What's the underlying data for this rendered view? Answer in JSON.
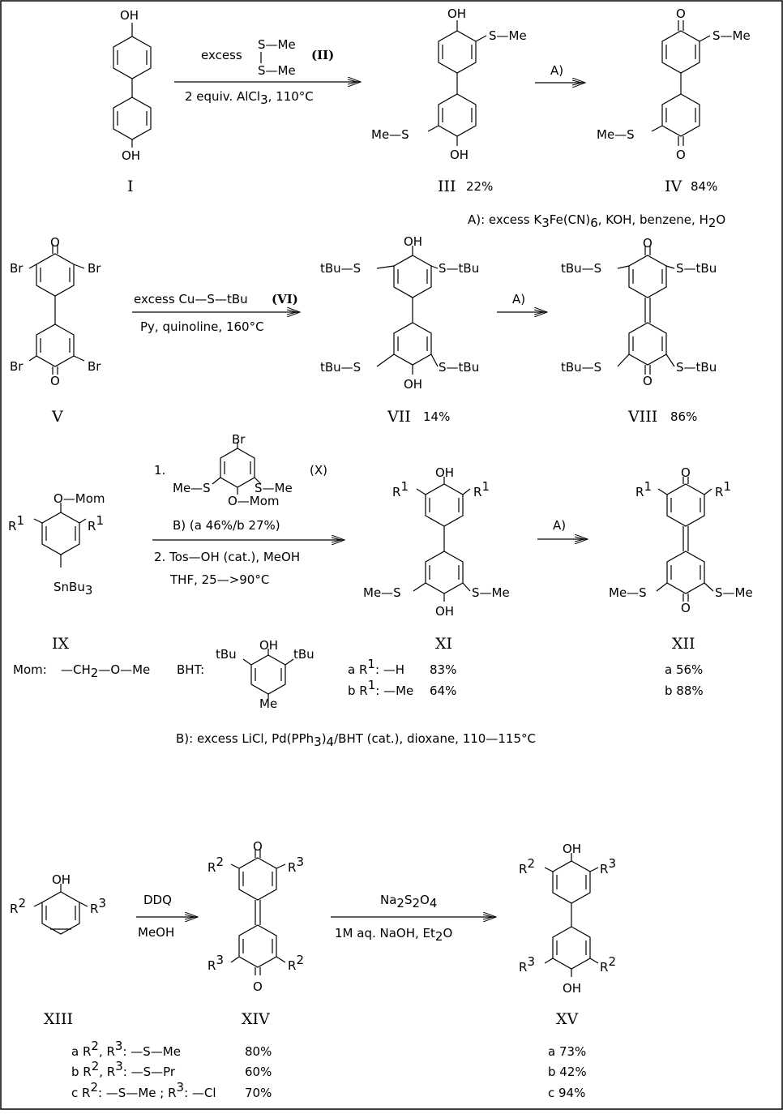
{
  "row1": {
    "I": {
      "top": "OH",
      "bottom": "OH",
      "label": "I"
    },
    "II": {
      "pre": "excess",
      "s1": "S—Me",
      "s2": "S—Me",
      "label": "(II)",
      "cond_a": "2 equiv. AlCl",
      "cond_sub": "3",
      "cond_b": ",   110°C"
    },
    "III": {
      "top": "OH",
      "bottom": "OH",
      "sub_right": "S—Me",
      "sub_left": "Me—S",
      "label": "III",
      "yield": "22%"
    },
    "A1": {
      "label": "A)"
    },
    "IV": {
      "top": "O",
      "bottom": "O",
      "sub_right": "S—Me",
      "sub_left": "Me—S",
      "label": "IV",
      "yield": "84%"
    },
    "footnote": {
      "a": "A): excess K",
      "s1": "3",
      "b": "Fe(CN)",
      "s2": "6",
      "c": ", KOH,  benzene,  H",
      "s3": "2",
      "d": "O"
    }
  },
  "row2": {
    "V": {
      "o_top": "O",
      "o_bot": "O",
      "br": "Br",
      "label": "V"
    },
    "VI": {
      "reagent": "excess Cu—S—tBu",
      "label": "(VI)",
      "cond_a": "Py, quinoline,  160°C"
    },
    "VII": {
      "oh_top": "OH",
      "oh_bot": "OH",
      "s_left": "tBu—S",
      "s_right": "S—tBu",
      "label": "VII",
      "yield": "14%"
    },
    "A2": {
      "label": "A)"
    },
    "VIII": {
      "o_top": "O",
      "o_bot": "O",
      "s_left": "tBu—S",
      "s_right": "S—tBu",
      "label": "VIII",
      "yield": "86%"
    }
  },
  "row3": {
    "IX": {
      "omom": "O—Mom",
      "r1": "R",
      "sup1": "1",
      "sn": "SnBu",
      "sn_sub": "3",
      "label": "IX"
    },
    "X": {
      "step1": "1.",
      "br": "Br",
      "s_left": "Me—S",
      "s_right": "S—Me",
      "omom": "O—Mom",
      "label": "(X)",
      "b_cond": "B)  (a 46%/b 27%)",
      "step2": "2. Tos—OH  (cat.),   MeOH",
      "step2b": "THF,  25—>90°C"
    },
    "XI": {
      "oh_top": "OH",
      "oh_bot": "OH",
      "r": "R",
      "sup": "1",
      "s_left": "Me—S",
      "s_right": "S—Me",
      "label": "XI",
      "a": "a R",
      "a2": ": —H",
      "a_y": "83%",
      "b": "b R",
      "b2": ": —Me",
      "b_y": "64%"
    },
    "A3": {
      "label": "A)"
    },
    "XII": {
      "o_top": "O",
      "o_bot": "O",
      "r": "R",
      "sup": "1",
      "s_left": "Me—S",
      "s_right": "S—Me",
      "label": "XII",
      "a_y": "a 56%",
      "b_y": "b 88%"
    },
    "mom": {
      "label": "Mom:",
      "formula": "—CH",
      "sub": "2",
      "rest": "—O—Me"
    },
    "bht": {
      "label": "BHT:",
      "oh": "OH",
      "tbu": "tBu",
      "me": "Me"
    },
    "footnote": {
      "a": "B): excess LiCl,  Pd(PPh",
      "s1": "3",
      "b": ")",
      "s2": "4",
      "c": "/BHT (cat.),  dioxane,   110—115°C"
    }
  },
  "row4": {
    "XIII": {
      "oh": "OH",
      "r2": "R",
      "sup2": "2",
      "r3": "R",
      "sup3": "3",
      "label": "XIII"
    },
    "ddq": {
      "top": "DDQ",
      "bottom": "MeOH"
    },
    "XIV": {
      "o": "O",
      "r": "R",
      "sup2": "2",
      "sup3": "3",
      "label": "XIV"
    },
    "na": {
      "top_a": "Na",
      "s1": "2",
      "top_b": "S",
      "s2": "2",
      "top_c": "O",
      "s3": "4",
      "bot": "1M aq. NaOH,   Et",
      "bot_sub": "2",
      "bot_c": "O"
    },
    "XV": {
      "oh": "OH",
      "r": "R",
      "sup2": "2",
      "sup3": "3",
      "label": "XV",
      "a_y": "a 73%",
      "b_y": "b 42%",
      "c_y": "c 94%"
    },
    "legend": {
      "a": "a R",
      "a_sup2": "2",
      "a_mid": ", R",
      "a_sup3": "3",
      "a_rest": ":   —S—Me",
      "a_y": "80%",
      "b": "b R",
      "b_rest": ":   —S—Pr",
      "b_y": "60%",
      "c": "c R",
      "c_mid": ": —S—Me ; R",
      "c_rest": ":  —Cl",
      "c_y": "70%"
    }
  }
}
